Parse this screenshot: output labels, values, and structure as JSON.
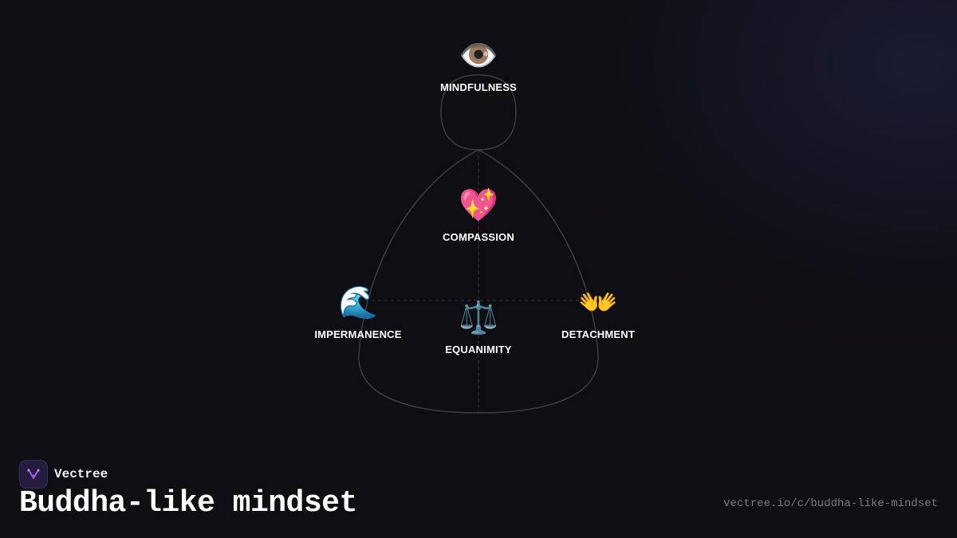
{
  "brand": {
    "name": "Vectree",
    "logo_icon": "tree-branch-icon",
    "logo_color": "#9b5cf0"
  },
  "title": "Buddha-like mindset",
  "url": "vectree.io/c/buddha-like-mindset",
  "nodes": [
    {
      "id": "mindfulness",
      "label": "MINDFULNESS",
      "icon": "👁️",
      "icon_name": "eye-icon"
    },
    {
      "id": "compassion",
      "label": "COMPASSION",
      "icon": "💖",
      "icon_name": "sparkling-heart-icon"
    },
    {
      "id": "impermanence",
      "label": "IMPERMANENCE",
      "icon": "🌊",
      "icon_name": "wave-icon"
    },
    {
      "id": "equanimity",
      "label": "EQUANIMITY",
      "icon": "⚖️",
      "icon_name": "balance-scale-icon"
    },
    {
      "id": "detachment",
      "label": "DETACHMENT",
      "icon": "👐",
      "icon_name": "open-hands-icon"
    }
  ],
  "colors": {
    "background": "#0f0e12",
    "outline": "#3d3d42",
    "text": "#ffffff",
    "url_text": "#7a7a80"
  }
}
